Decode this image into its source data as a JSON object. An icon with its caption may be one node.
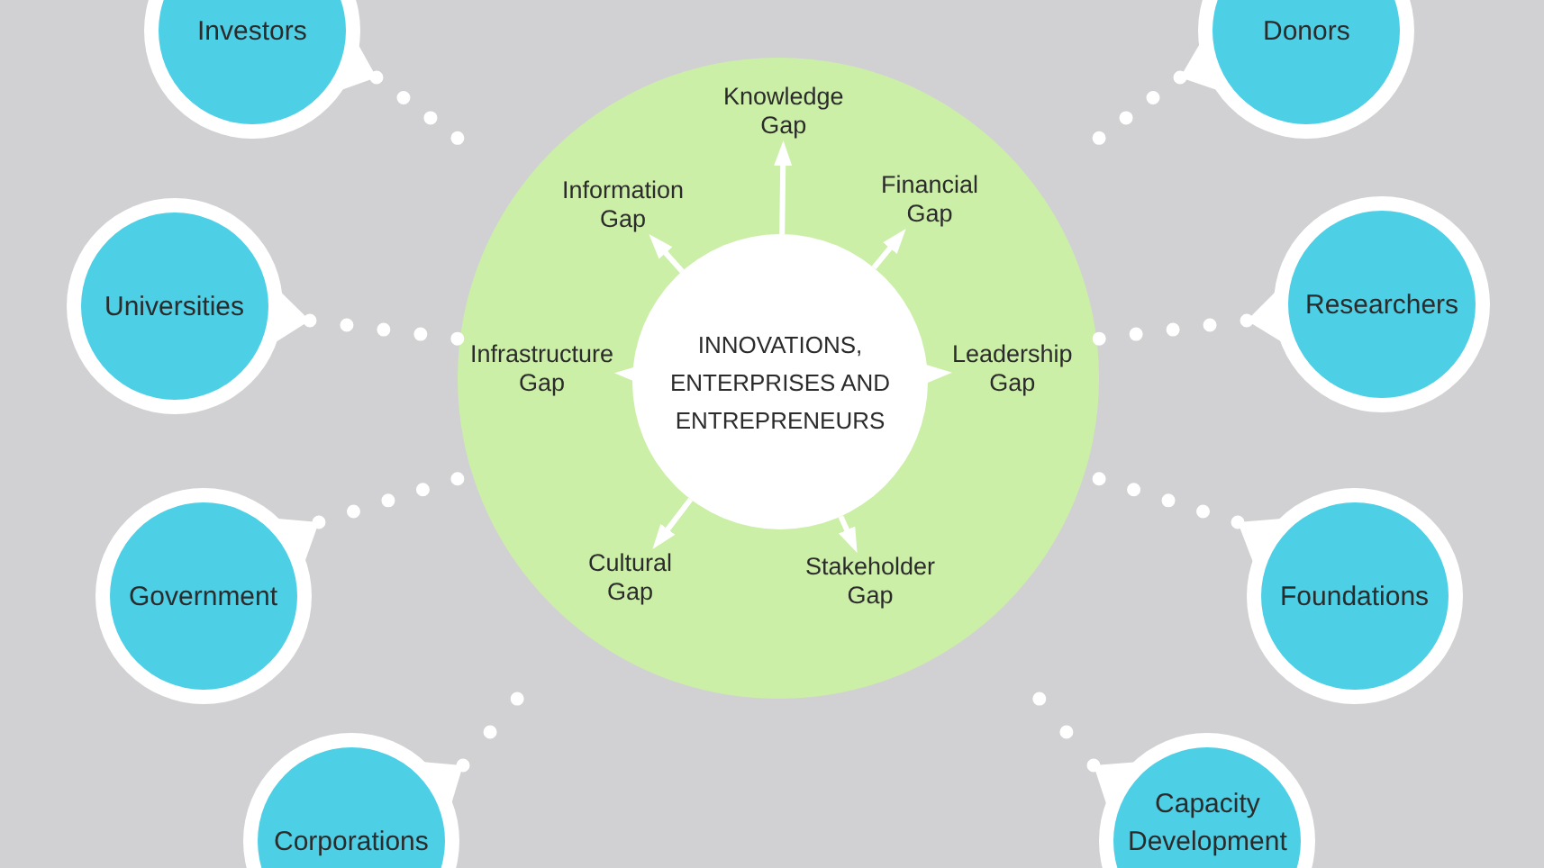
{
  "diagram": {
    "nodes": [
      {
        "text": [],
        "shape": "circle"
      },
      {
        "text": [
          "INNOVATIONS, ENTERPRISES AND ENTREPRENEURS"
        ],
        "in": 0
      },
      {
        "text": [
          "Knowledge Gap"
        ],
        "in": 0
      },
      {
        "text": [
          "Information Gap"
        ],
        "in": 0
      },
      {
        "text": [
          "Financial Gap"
        ],
        "in": 0
      },
      {
        "text": [
          "Infrastructure Gap"
        ],
        "in": 0
      },
      {
        "text": [
          "Leadership Gap"
        ],
        "in": 0
      },
      {
        "text": [
          "Cultural Gap"
        ],
        "in": 0
      },
      {
        "text": [
          "Stakeholder Gap"
        ],
        "in": 0
      },
      {
        "text": [
          "Investors"
        ]
      },
      {
        "text": [
          "Donors"
        ]
      },
      {
        "text": [
          "Universities"
        ]
      },
      {
        "text": [
          "Researchers"
        ]
      },
      {
        "text": [
          "Government"
        ]
      },
      {
        "text": [
          "Foundations"
        ]
      },
      {
        "text": [
          "Corporations"
        ]
      },
      {
        "text": [
          "Capacity Development"
        ]
      }
    ],
    "edges": [
      {
        "from": 1,
        "to": 2,
        "arrow": "to"
      },
      {
        "from": 1,
        "to": 3,
        "arrow": "to"
      },
      {
        "from": 1,
        "to": 4,
        "arrow": "to"
      },
      {
        "from": 1,
        "to": 5,
        "arrow": "to"
      },
      {
        "from": 1,
        "to": 6,
        "arrow": "to"
      },
      {
        "from": 1,
        "to": 7,
        "arrow": "to"
      },
      {
        "from": 1,
        "to": 8,
        "arrow": "to"
      },
      {
        "from": 9,
        "to": 0,
        "arrow": "none",
        "style": "dashed"
      },
      {
        "from": 10,
        "to": 0,
        "arrow": "none",
        "style": "dashed"
      },
      {
        "from": 11,
        "to": 0,
        "arrow": "none",
        "style": "dashed"
      },
      {
        "from": 12,
        "to": 0,
        "arrow": "none",
        "style": "dashed"
      },
      {
        "from": 13,
        "to": 0,
        "arrow": "none",
        "style": "dashed"
      },
      {
        "from": 14,
        "to": 0,
        "arrow": "none",
        "style": "dashed"
      },
      {
        "from": 15,
        "to": 0,
        "arrow": "none",
        "style": "dashed"
      },
      {
        "from": 16,
        "to": 0,
        "arrow": "none",
        "style": "dashed"
      }
    ]
  }
}
